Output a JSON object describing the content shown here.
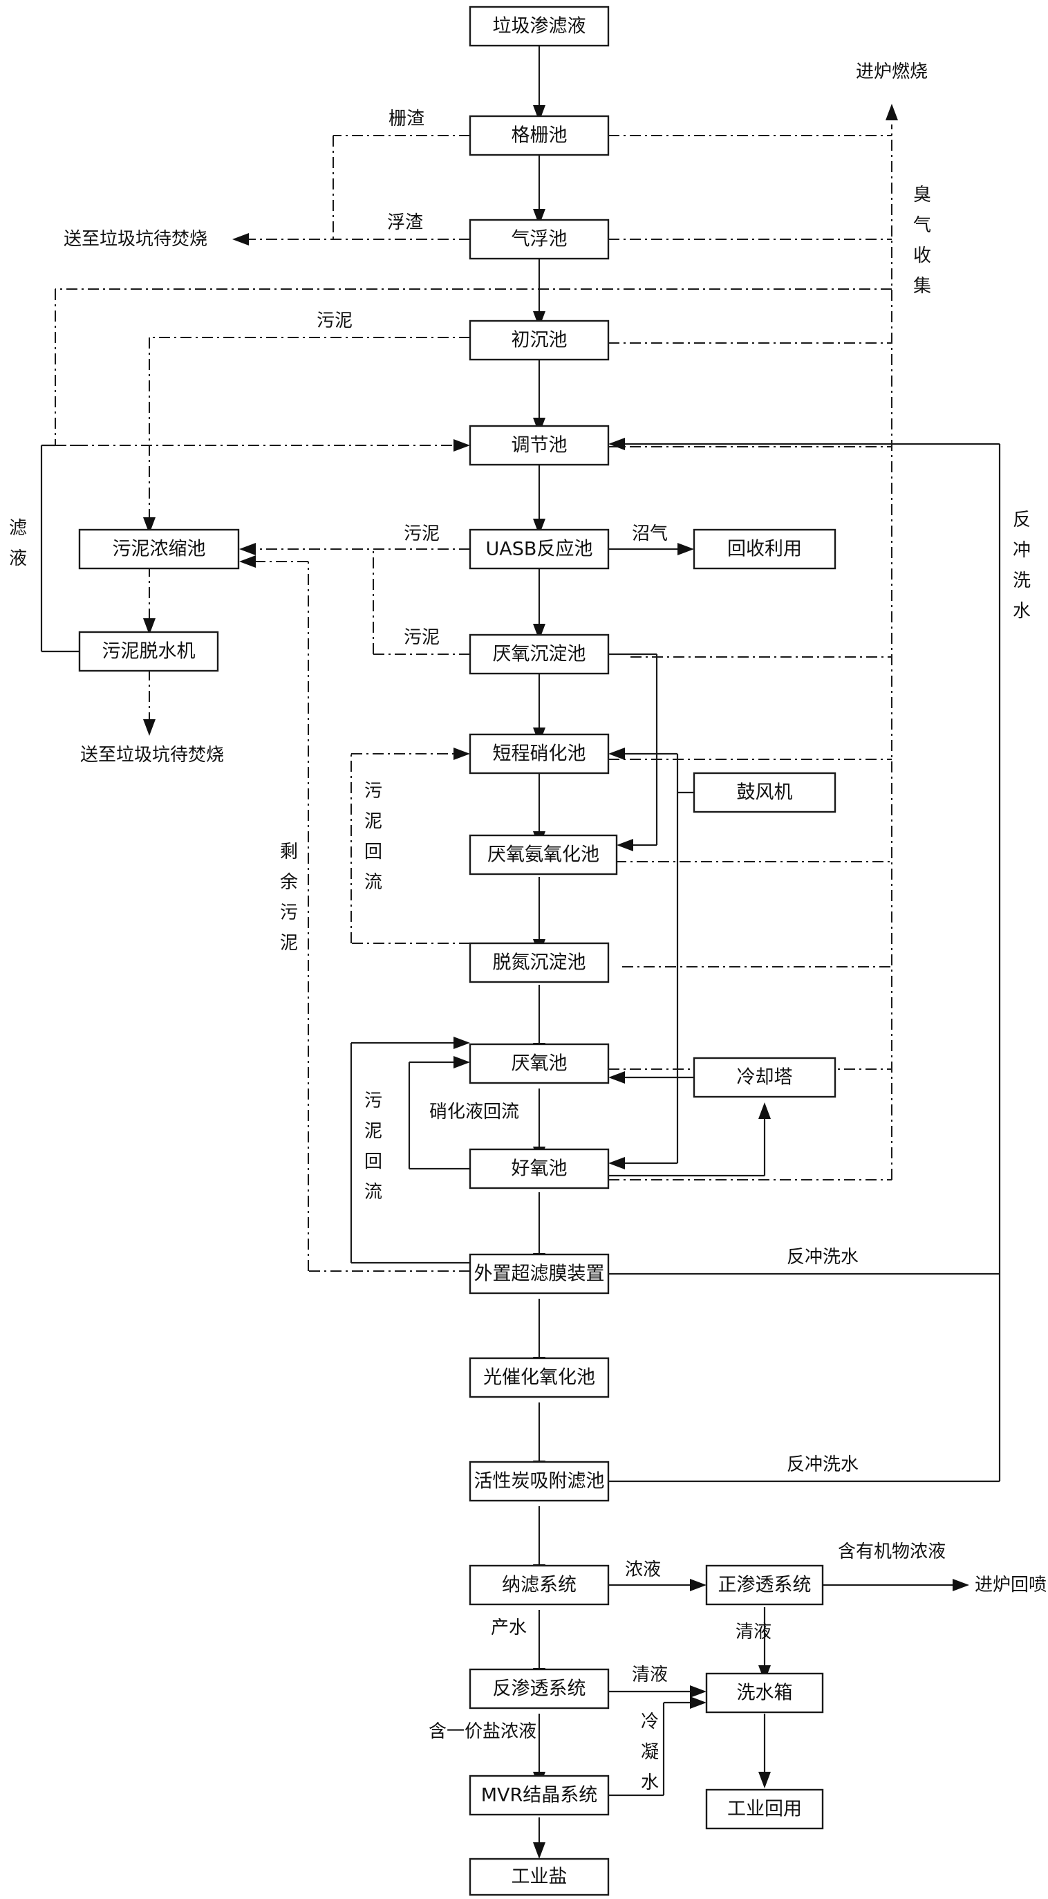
{
  "boxes": {
    "leachate": "垃圾渗滤液",
    "grille": "格栅池",
    "flotation": "气浮池",
    "primary": "初沉池",
    "regulating": "调节池",
    "uasb": "UASB反应池",
    "recycle": "回收利用",
    "thickener": "污泥浓缩池",
    "dewater": "污泥脱水机",
    "anaerobic_settle": "厌氧沉淀池",
    "nitrite": "短程硝化池",
    "blower": "鼓风机",
    "anammox": "厌氧氨氧化池",
    "denit_settle": "脱氮沉淀池",
    "anoxic": "厌氧池",
    "cooling": "冷却塔",
    "aerobic": "好氧池",
    "uf": "外置超滤膜装置",
    "photocat": "光催化氧化池",
    "carbon": "活性炭吸附滤池",
    "nf": "纳滤系统",
    "fo": "正渗透系统",
    "ro": "反渗透系统",
    "washtank": "洗水箱",
    "mvr": "MVR结晶系统",
    "reuse": "工业回用",
    "salt": "工业盐"
  },
  "labels": {
    "furnace_burn": "进炉燃烧",
    "screen_slag": "栅渣",
    "float_slag": "浮渣",
    "to_pit_1": "送至垃圾坑待焚烧",
    "odor_collect": "臭气收集",
    "sludge_1": "污泥",
    "filtrate": "滤液",
    "sludge_2": "污泥",
    "biogas": "沼气",
    "sludge_3": "污泥",
    "to_pit_2": "送至垃圾坑待焚烧",
    "backwash_v": "反冲洗水",
    "sludge_return_1": "污泥回流",
    "excess_sludge": "剩余污泥",
    "nitrate_return": "硝化液回流",
    "sludge_return_2": "污泥回流",
    "backwash_1": "反冲洗水",
    "backwash_2": "反冲洗水",
    "concentrate": "浓液",
    "organic_concentrate": "含有机物浓液",
    "furnace_spray": "进炉回喷",
    "clear_1": "清液",
    "product_water": "产水",
    "clear_2": "清液",
    "monovalent": "含一价盐浓液",
    "condensate": "冷凝水"
  }
}
